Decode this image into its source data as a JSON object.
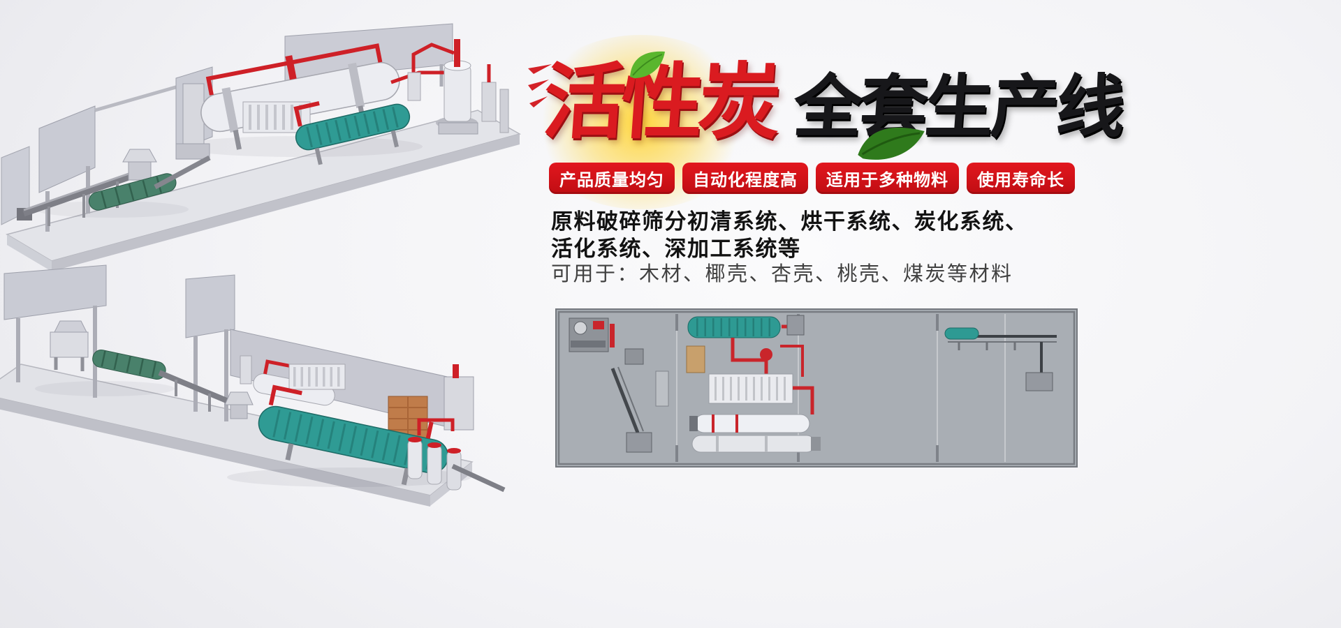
{
  "banner": {
    "title": {
      "red": "活性炭",
      "black": "全套生产线"
    },
    "badges": [
      {
        "label": "产品质量均匀"
      },
      {
        "label": "自动化程度高"
      },
      {
        "label": "适用于多种物料"
      },
      {
        "label": "使用寿命长"
      }
    ],
    "description": {
      "bold_line1": "原料破碎筛分初清系统、烘干系统、炭化系统、",
      "bold_line2": "活化系统、深加工系统等",
      "usage_line": "可用于：木材、椰壳、杏壳、桃壳、煤炭等材料"
    },
    "colors": {
      "title_red": "#da1b20",
      "title_black": "#17171a",
      "badge_red": "#d6121a",
      "badge_text": "#ffffff",
      "leaf_green_bright": "#5ab62e",
      "leaf_green_dark": "#2f7a1c",
      "machinery_teal": "#2f9b94",
      "piping_red": "#ce2027",
      "panel_gray": "#a9aeb4",
      "background_gray": "#f3f3f6"
    },
    "illustrations": {
      "top_left": "isometric-3d-render-production-line-top",
      "bottom_left": "isometric-3d-render-production-line-bottom",
      "bottom_right": "top-view-layout-diagram"
    }
  }
}
